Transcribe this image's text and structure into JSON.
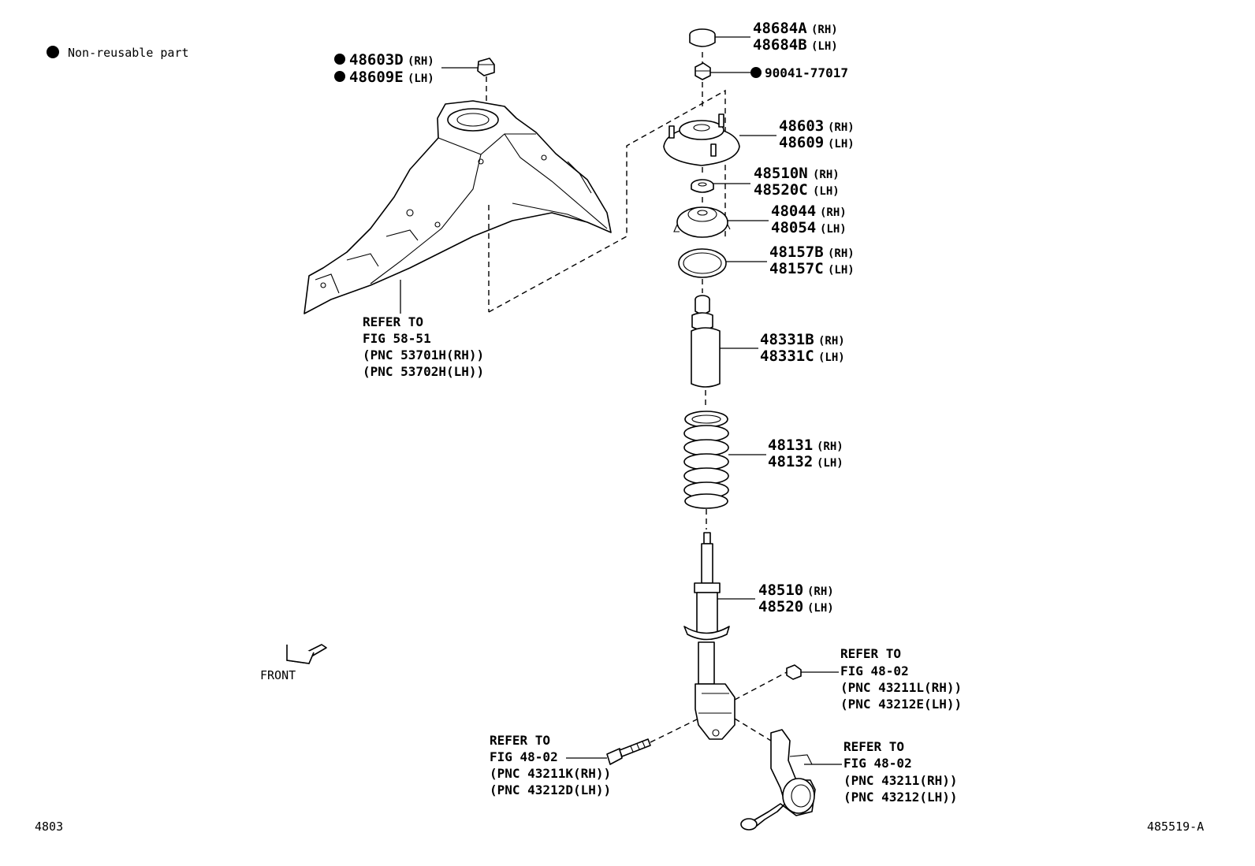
{
  "legend": {
    "bullet": "●",
    "text": "Non-reusable part"
  },
  "corner_left": "4803",
  "corner_right": "485519-A",
  "front_label": "FRONT",
  "callouts": {
    "nut_body": {
      "mark": "●",
      "lines": [
        {
          "pn": "48603D",
          "side": "(RH)"
        },
        {
          "pn": "48609E",
          "side": "(LH)"
        }
      ]
    },
    "cap": {
      "lines": [
        {
          "pn": "48684A",
          "side": "(RH)"
        },
        {
          "pn": "48684B",
          "side": "(LH)"
        }
      ]
    },
    "top_nut": {
      "mark": "●",
      "pn": "90041-77017"
    },
    "support": {
      "lines": [
        {
          "pn": "48603",
          "side": "(RH)"
        },
        {
          "pn": "48609",
          "side": "(LH)"
        }
      ]
    },
    "bearing": {
      "lines": [
        {
          "pn": "48510N",
          "side": "(RH)"
        },
        {
          "pn": "48520C",
          "side": "(LH)"
        }
      ]
    },
    "seat": {
      "lines": [
        {
          "pn": "48044",
          "side": "(RH)"
        },
        {
          "pn": "48054",
          "side": "(LH)"
        }
      ]
    },
    "insulator": {
      "lines": [
        {
          "pn": "48157B",
          "side": "(RH)"
        },
        {
          "pn": "48157C",
          "side": "(LH)"
        }
      ]
    },
    "bumper": {
      "lines": [
        {
          "pn": "48331B",
          "side": "(RH)"
        },
        {
          "pn": "48331C",
          "side": "(LH)"
        }
      ]
    },
    "spring": {
      "lines": [
        {
          "pn": "48131",
          "side": "(RH)"
        },
        {
          "pn": "48132",
          "side": "(LH)"
        }
      ]
    },
    "absorber": {
      "lines": [
        {
          "pn": "48510",
          "side": "(RH)"
        },
        {
          "pn": "48520",
          "side": "(LH)"
        }
      ]
    }
  },
  "refs": {
    "body": [
      "REFER TO",
      "FIG 58-51",
      "(PNC 53701H(RH))",
      "(PNC 53702H(LH))"
    ],
    "nut_right": [
      "REFER TO",
      "FIG 48-02",
      "(PNC 43211L(RH))",
      "(PNC 43212E(LH))"
    ],
    "bolt": [
      "REFER TO",
      "FIG 48-02",
      "(PNC 43211K(RH))",
      "(PNC 43212D(LH))"
    ],
    "knuckle": [
      "REFER TO",
      "FIG 48-02",
      "(PNC 43211(RH))",
      "(PNC 43212(LH))"
    ]
  }
}
